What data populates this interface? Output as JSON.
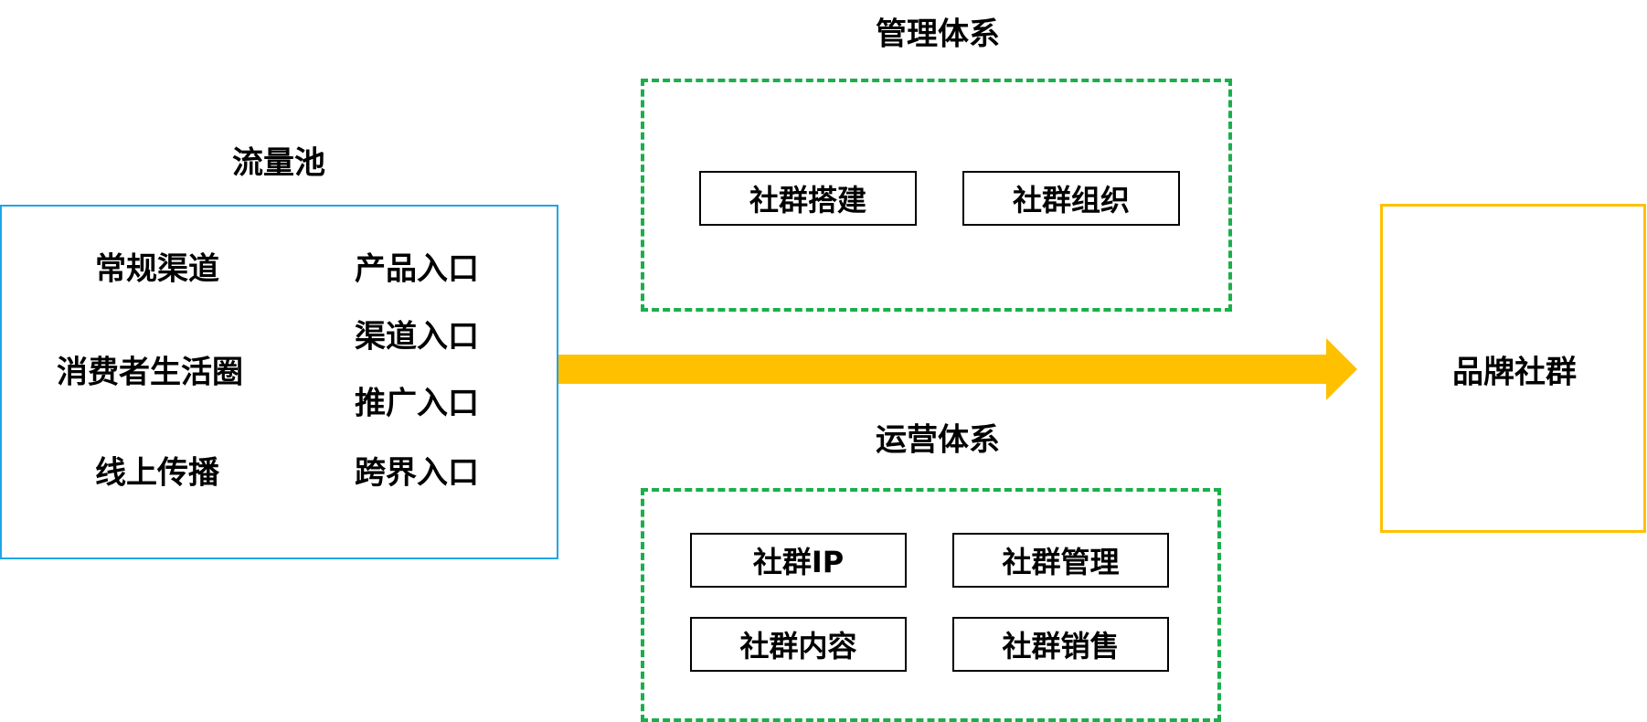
{
  "traffic_pool": {
    "title": "流量池",
    "left_items": [
      "常规渠道",
      "消费者生活圈",
      "线上传播"
    ],
    "right_items": [
      "产品入口",
      "渠道入口",
      "推广入口",
      "跨界入口"
    ]
  },
  "management_system": {
    "title": "管理体系",
    "items": [
      "社群搭建",
      "社群组织"
    ]
  },
  "operation_system": {
    "title": "运营体系",
    "items": [
      "社群IP",
      "社群管理",
      "社群内容",
      "社群销售"
    ]
  },
  "target": {
    "label": "品牌社群"
  },
  "colors": {
    "pool_border": "#1ea5e8",
    "dashed_border": "#1aaf4b",
    "arrow": "#ffc000",
    "brand_border": "#ffc000"
  }
}
